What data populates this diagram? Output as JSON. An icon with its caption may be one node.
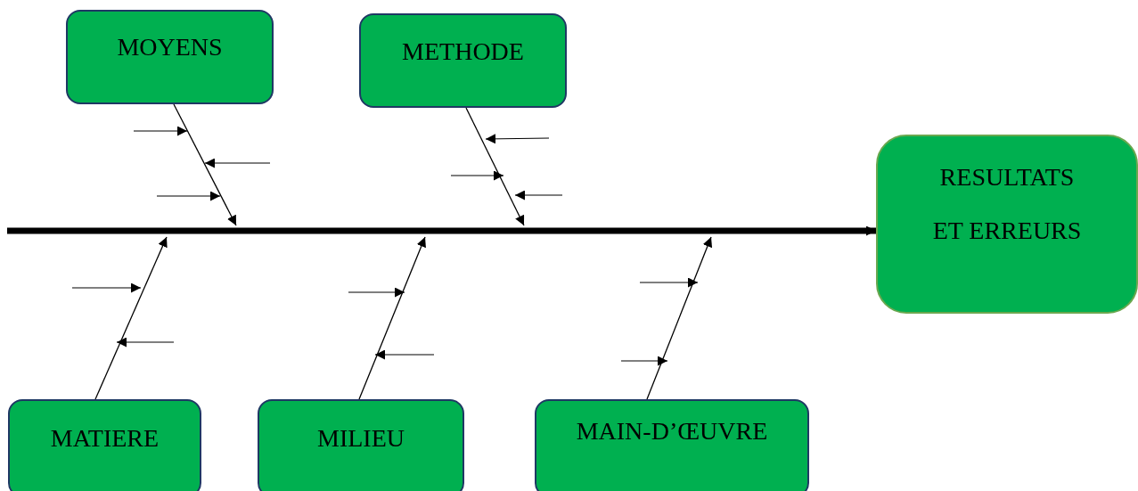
{
  "diagram": {
    "nodes": [
      {
        "text": [
          "MOYENS"
        ]
      },
      {
        "text": [
          "METHODE"
        ]
      },
      {
        "text": [
          "RESULTATS ET ERREURS"
        ]
      },
      {
        "text": [
          "MATIERE"
        ]
      },
      {
        "text": [
          "MILIEU"
        ]
      },
      {
        "text": [
          "MAIN-D’ŒUVRE"
        ]
      }
    ],
    "edges": [
      {
        "from": null,
        "to": 2,
        "arrow": "to",
        "style": "thick"
      },
      {
        "from": 0,
        "to": null,
        "arrow": "to"
      },
      {
        "from": 1,
        "to": null,
        "arrow": "to"
      },
      {
        "from": 3,
        "to": null,
        "arrow": "to"
      },
      {
        "from": 4,
        "to": null,
        "arrow": "to"
      },
      {
        "from": 5,
        "to": null,
        "arrow": "to"
      }
    ]
  }
}
